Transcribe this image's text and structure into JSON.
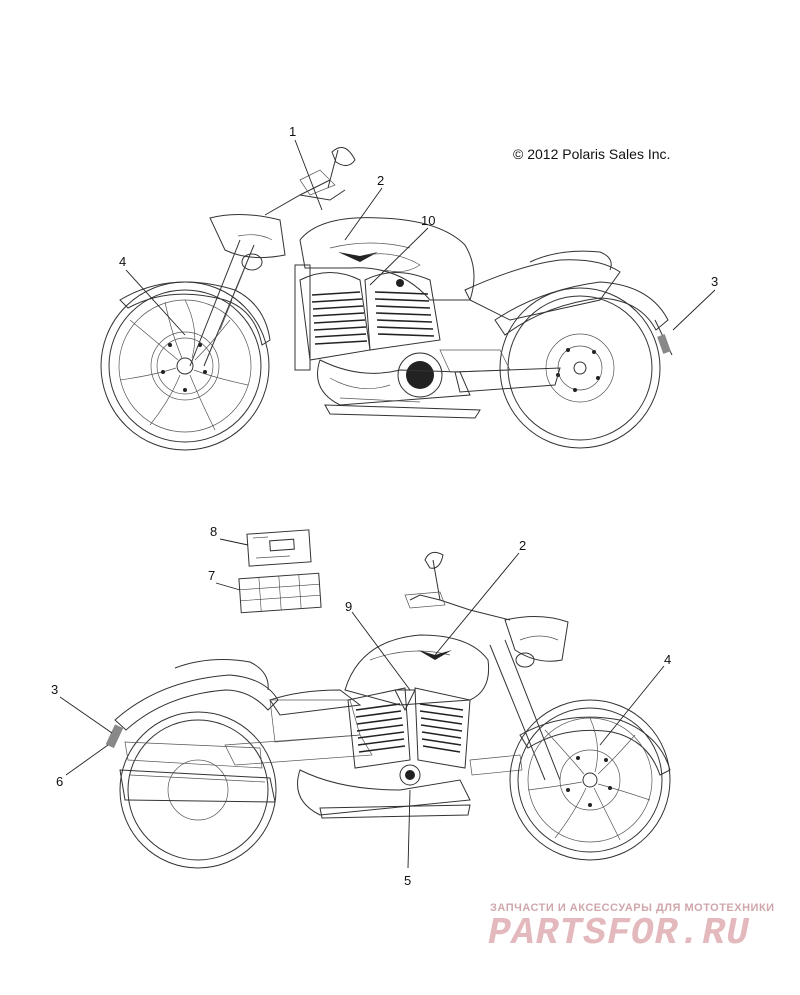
{
  "copyright": "© 2012 Polaris Sales Inc.",
  "callouts_top": [
    "1",
    "2",
    "10",
    "4",
    "3"
  ],
  "callouts_bottom": [
    "8",
    "7",
    "2",
    "9",
    "4",
    "3",
    "6",
    "5"
  ],
  "watermark": {
    "tagline": "ЗАПЧАСТИ И АКСЕССУАРЫ ДЛЯ МОТОТЕХНИКИ",
    "site": "PARTSFOR.RU"
  },
  "colors": {
    "line": "#333333",
    "watermark": "#e3b9bd"
  }
}
